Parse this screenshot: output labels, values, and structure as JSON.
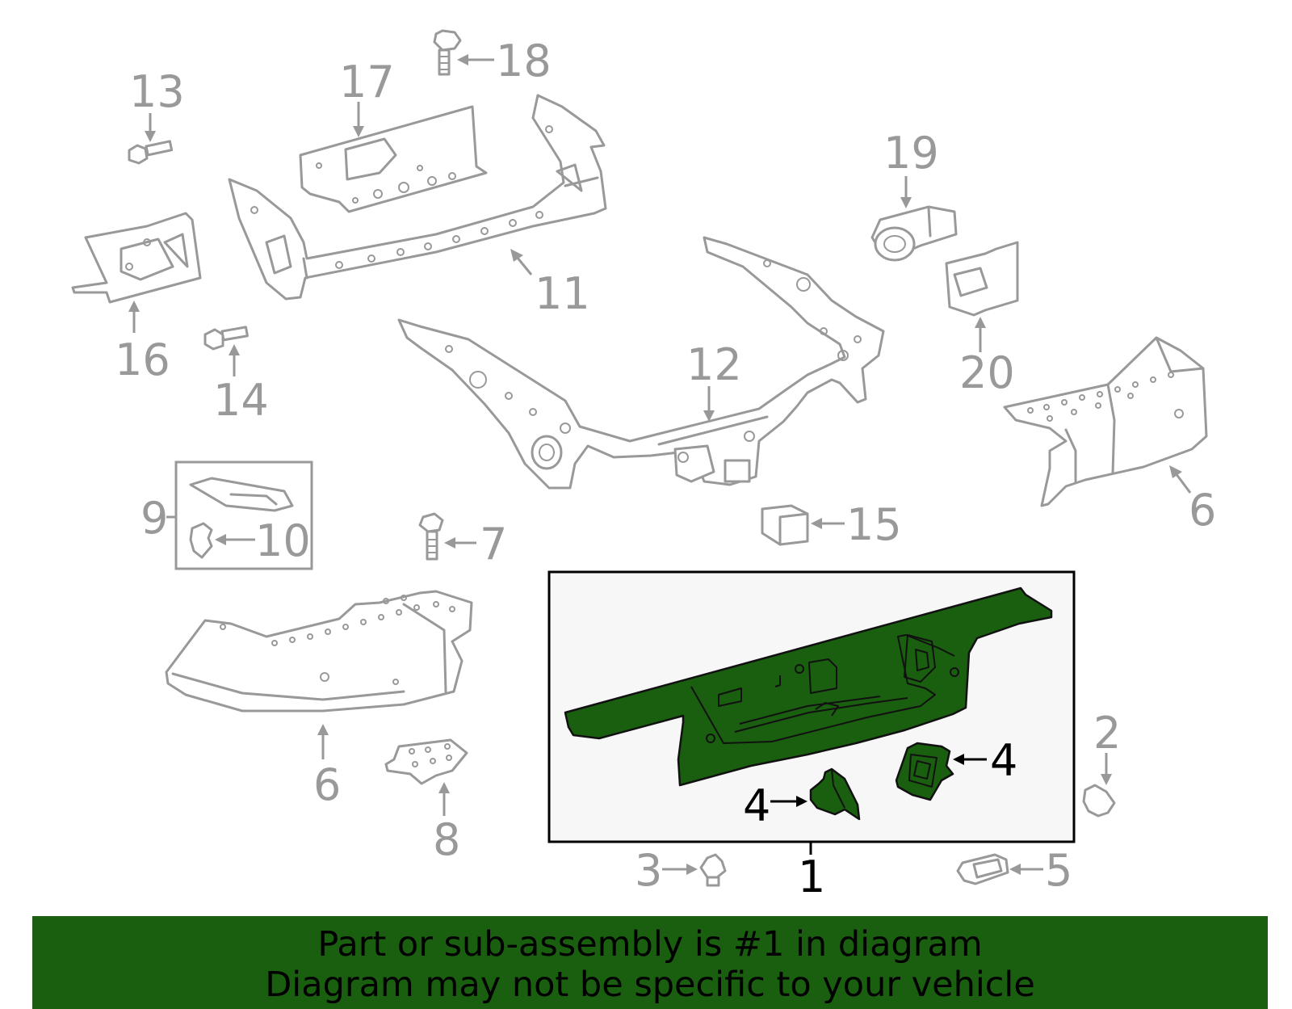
{
  "colors": {
    "highlight": "#1a5e0f",
    "banner_bg": "#1a5e0f",
    "part_outline": "#999999",
    "callout_gray": "#999999",
    "callout_dark": "#000000"
  },
  "callouts": {
    "c1": "1",
    "c2": "2",
    "c3": "3",
    "c4a": "4",
    "c4b": "4",
    "c5": "5",
    "c6a": "6",
    "c6b": "6",
    "c7": "7",
    "c8": "8",
    "c9": "9",
    "c10": "10",
    "c11": "11",
    "c12": "12",
    "c13": "13",
    "c14": "14",
    "c15": "15",
    "c16": "16",
    "c17": "17",
    "c18": "18",
    "c19": "19",
    "c20": "20"
  },
  "banner": {
    "line1": "Part or sub-assembly is #1 in diagram",
    "line2": "Diagram may not be specific to your vehicle"
  }
}
